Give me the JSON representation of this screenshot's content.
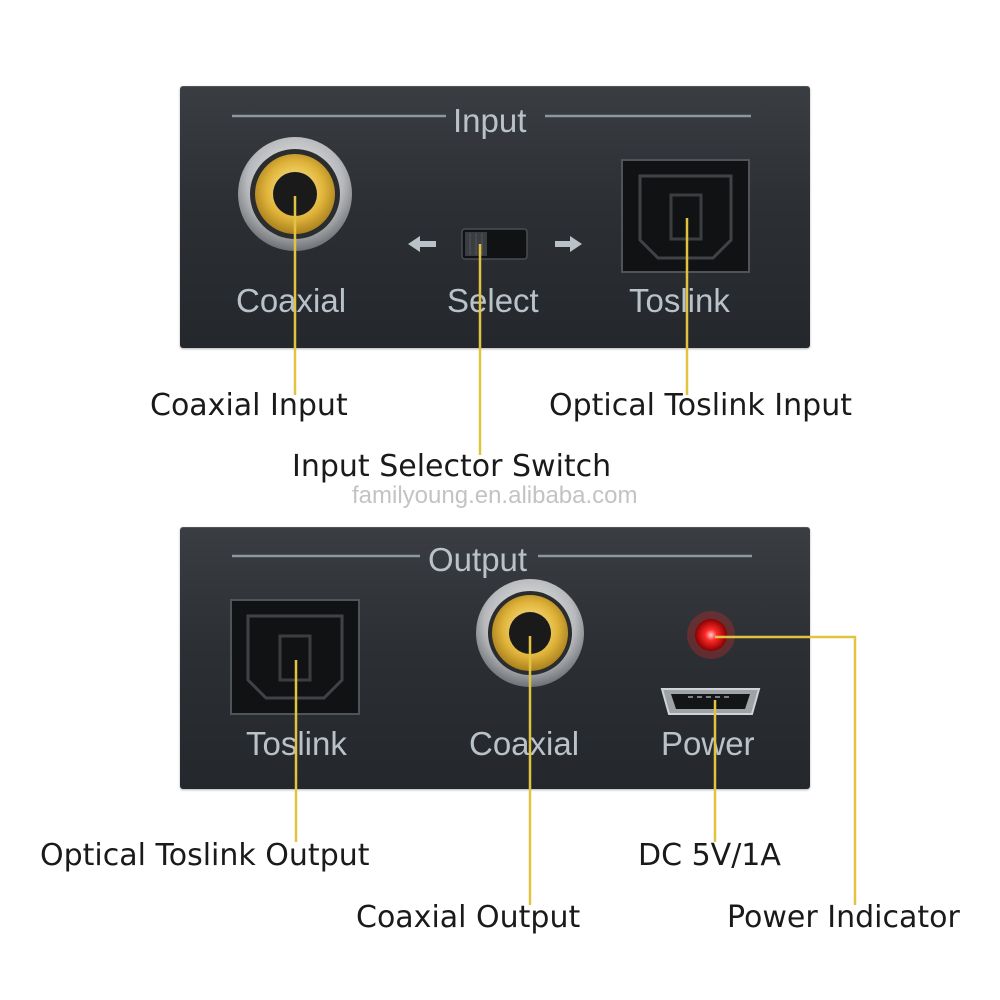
{
  "input_panel": {
    "title": "Input",
    "labels": {
      "coaxial": "Coaxial",
      "select": "Select",
      "toslink": "Toslink"
    }
  },
  "output_panel": {
    "title": "Output",
    "labels": {
      "toslink": "Toslink",
      "coaxial": "Coaxial",
      "power": "Power"
    }
  },
  "callouts": {
    "coaxial_input": "Coaxial Input",
    "optical_toslink_input": "Optical Toslink Input",
    "input_selector_switch": "Input Selector Switch",
    "optical_toslink_output": "Optical Toslink Output",
    "dc_power": "DC 5V/1A",
    "coaxial_output": "Coaxial Output",
    "power_indicator": "Power Indicator"
  },
  "watermark": "familyoung.en.alibaba.com",
  "colors": {
    "panel": "#2c2f33",
    "panel_text": "#b9c2c9",
    "leader_line": "#e2c341",
    "rca_gold": "#e0b43a",
    "led": "#ff2a2a"
  }
}
